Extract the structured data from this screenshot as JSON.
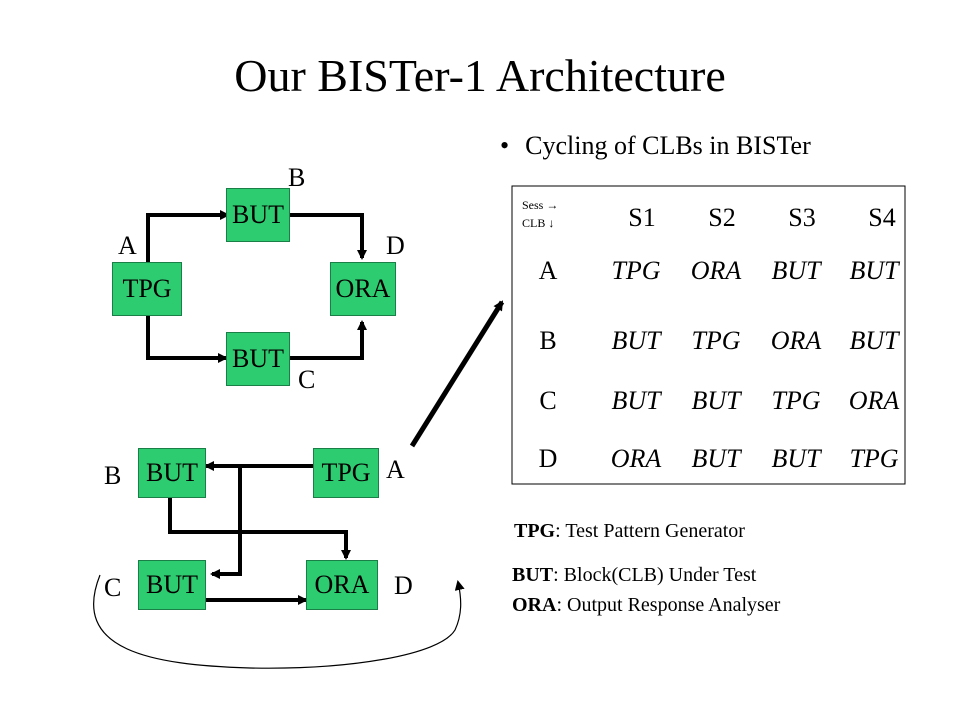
{
  "title": "Our BISTer-1 Architecture",
  "bullet": "Cycling of CLBs in BISTer",
  "top_diagram": {
    "boxes": {
      "but_top": "BUT",
      "tpg": "TPG",
      "ora": "ORA",
      "but_bottom": "BUT"
    },
    "labels": {
      "a": "A",
      "b": "B",
      "c": "C",
      "d": "D"
    }
  },
  "bottom_diagram": {
    "boxes": {
      "but_top": "BUT",
      "tpg": "TPG",
      "but_bottom": "BUT",
      "ora": "ORA"
    },
    "labels": {
      "a": "A",
      "b": "B",
      "c": "C",
      "d": "D"
    }
  },
  "table": {
    "sess_header": "Sess →",
    "clb_header": "CLB ↓",
    "sessions": [
      "S1",
      "S2",
      "S3",
      "S4"
    ],
    "rows": [
      {
        "clb": "A",
        "cells": [
          "TPG",
          "ORA",
          "BUT",
          "BUT"
        ]
      },
      {
        "clb": "B",
        "cells": [
          "BUT",
          "TPG",
          "ORA",
          "BUT"
        ]
      },
      {
        "clb": "C",
        "cells": [
          "BUT",
          "BUT",
          "TPG",
          "ORA"
        ]
      },
      {
        "clb": "D",
        "cells": [
          "ORA",
          "BUT",
          "BUT",
          "TPG"
        ]
      }
    ]
  },
  "legend": [
    {
      "abbr": "TPG",
      "text": ": Test Pattern Generator"
    },
    {
      "abbr": "BUT",
      "text": ": Block(CLB) Under Test"
    },
    {
      "abbr": "ORA",
      "text": ": Output Response Analyser"
    }
  ],
  "colors": {
    "box_fill": "#2ecc71",
    "line": "#000000"
  }
}
